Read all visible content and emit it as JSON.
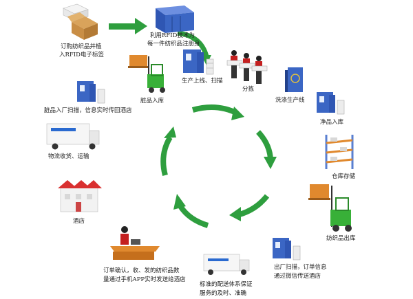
{
  "steps": [
    {
      "id": "order",
      "label_line1": "订购纺织品并植",
      "label_line2": "入RFID电子标签",
      "icon": "boxes-icon"
    },
    {
      "id": "register",
      "label_line1": "利用RFID技术为",
      "label_line2": "每一件纺织品注册身",
      "icon": "rfid-machine-icon"
    },
    {
      "id": "line",
      "label": "生产上线、扫描",
      "icon": "scanner-rack-icon"
    },
    {
      "id": "sort",
      "label": "分拣",
      "icon": "workers-icon"
    },
    {
      "id": "wash",
      "label": "洗涤生产线",
      "icon": "washer-icon"
    },
    {
      "id": "clean_in",
      "label": "净品入库",
      "icon": "scanner-rack-icon"
    },
    {
      "id": "storage",
      "label": "仓库存储",
      "icon": "shelf-icon"
    },
    {
      "id": "out",
      "label": "纺织品出库",
      "icon": "forklift-icon"
    },
    {
      "id": "scan_out",
      "label_line1": "出厂扫描，订单信息",
      "label_line2": "通过微信传送酒店",
      "icon": "scanner-rack-icon"
    },
    {
      "id": "delivery",
      "label_line1": "标准的配送体系保证",
      "label_line2": "服务的及时、准确",
      "icon": "truck-icon"
    },
    {
      "id": "confirm",
      "label_line1": "订单确认，收、发的纺织品数",
      "label_line2": "量通过手机APP实时发送给酒店",
      "icon": "desk-worker-icon"
    },
    {
      "id": "hotel",
      "label": "酒店",
      "icon": "hotel-icon"
    },
    {
      "id": "logistics",
      "label": "物流收货、运输",
      "icon": "truck-icon"
    },
    {
      "id": "dirty_scan",
      "label": "脏品入厂扫描，信息实时传回酒店",
      "icon": "scanner-rack-icon"
    },
    {
      "id": "dirty_in",
      "label": "脏品入库",
      "icon": "forklift-icon"
    }
  ],
  "colors": {
    "arrow": "#2e9e3e",
    "arrow_light": "#57c05f",
    "machine": "#3b66c4",
    "machine_dark": "#22418a",
    "forklift": "#38b038",
    "cargo": "#e0892e",
    "shelf": "#5a7fd0",
    "truck_stripe": "#2a6ad0",
    "hotel_roof": "#d93030",
    "worker_shirt": "#c42020"
  }
}
